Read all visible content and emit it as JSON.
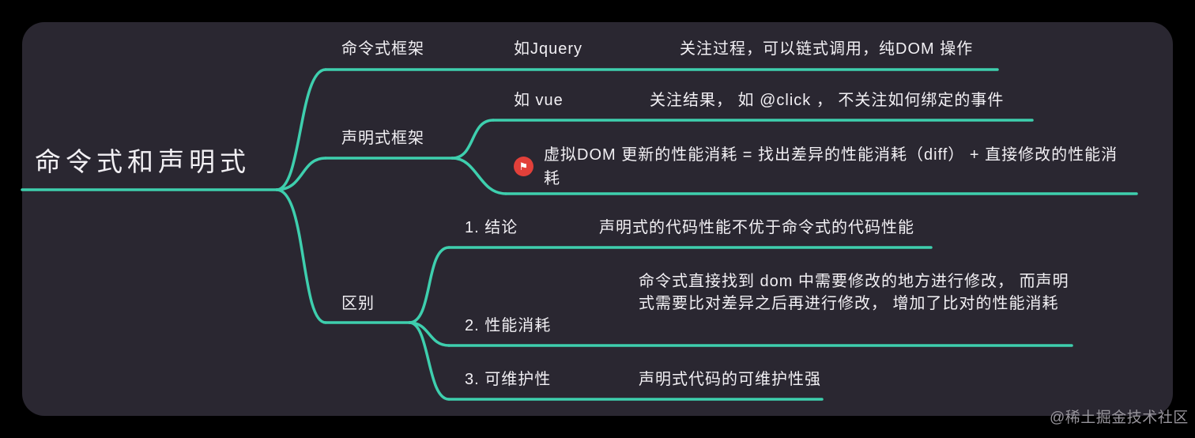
{
  "colors": {
    "accent": "#3ecfae",
    "background": "#000000",
    "card": "#2a2731",
    "text": "#f2f0f4",
    "flag_red": "#e2403a",
    "watermark": "#97949b"
  },
  "root": {
    "label": "命令式和声明式"
  },
  "branch1": {
    "label": "命令式框架",
    "child1": {
      "label": "如Jquery",
      "detail": "关注过程，可以链式调用，纯DOM 操作"
    }
  },
  "branch2": {
    "label": "声明式框架",
    "child1": {
      "label": "如 vue",
      "detail": "关注结果， 如  @click ， 不关注如何绑定的事件"
    },
    "child2": {
      "icon": "flag-icon",
      "icon_glyph": "⚑",
      "label": "虚拟DOM 更新的性能消耗 = 找出差异的性能消耗（diff） + 直接修改的性能消耗"
    }
  },
  "branch3": {
    "label": "区别",
    "child1": {
      "label": "1. 结论",
      "detail": "声明式的代码性能不优于命令式的代码性能"
    },
    "child2": {
      "label": "2. 性能消耗",
      "detail": "命令式直接找到 dom 中需要修改的地方进行修改， 而声明式需要比对差异之后再进行修改， 增加了比对的性能消耗"
    },
    "child3": {
      "label": "3. 可维护性",
      "detail": "声明式代码的可维护性强"
    }
  },
  "watermark": "@稀土掘金技术社区"
}
